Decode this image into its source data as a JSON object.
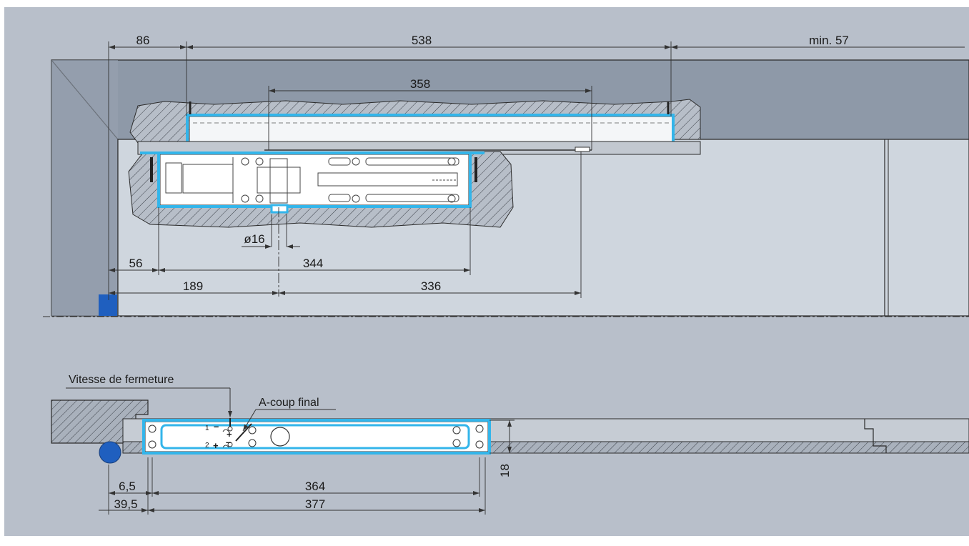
{
  "colors": {
    "background": "#b8bfca",
    "frame_dark": "#8e99a8",
    "frame_mid": "#a7b0bc",
    "door_light": "#cfd6de",
    "hatch_fill": "#b7bec8",
    "highlight": "#33b5ea",
    "pivot": "#1f5fbf"
  },
  "dimensions_top": {
    "d86": "86",
    "d538": "538",
    "dmin57": "min. 57",
    "d358": "358",
    "d16": "ø16",
    "d56": "56",
    "d344": "344",
    "d189": "189",
    "d336": "336"
  },
  "dimensions_bottom": {
    "d6_5": "6,5",
    "d364": "364",
    "d39_5": "39,5",
    "d377": "377",
    "d18": "18"
  },
  "labels": {
    "closing_speed": "Vitesse de fermeture",
    "latching": "A-coup final",
    "valve_1": "1",
    "valve_2": "2",
    "minus": "–",
    "plus": "+"
  }
}
